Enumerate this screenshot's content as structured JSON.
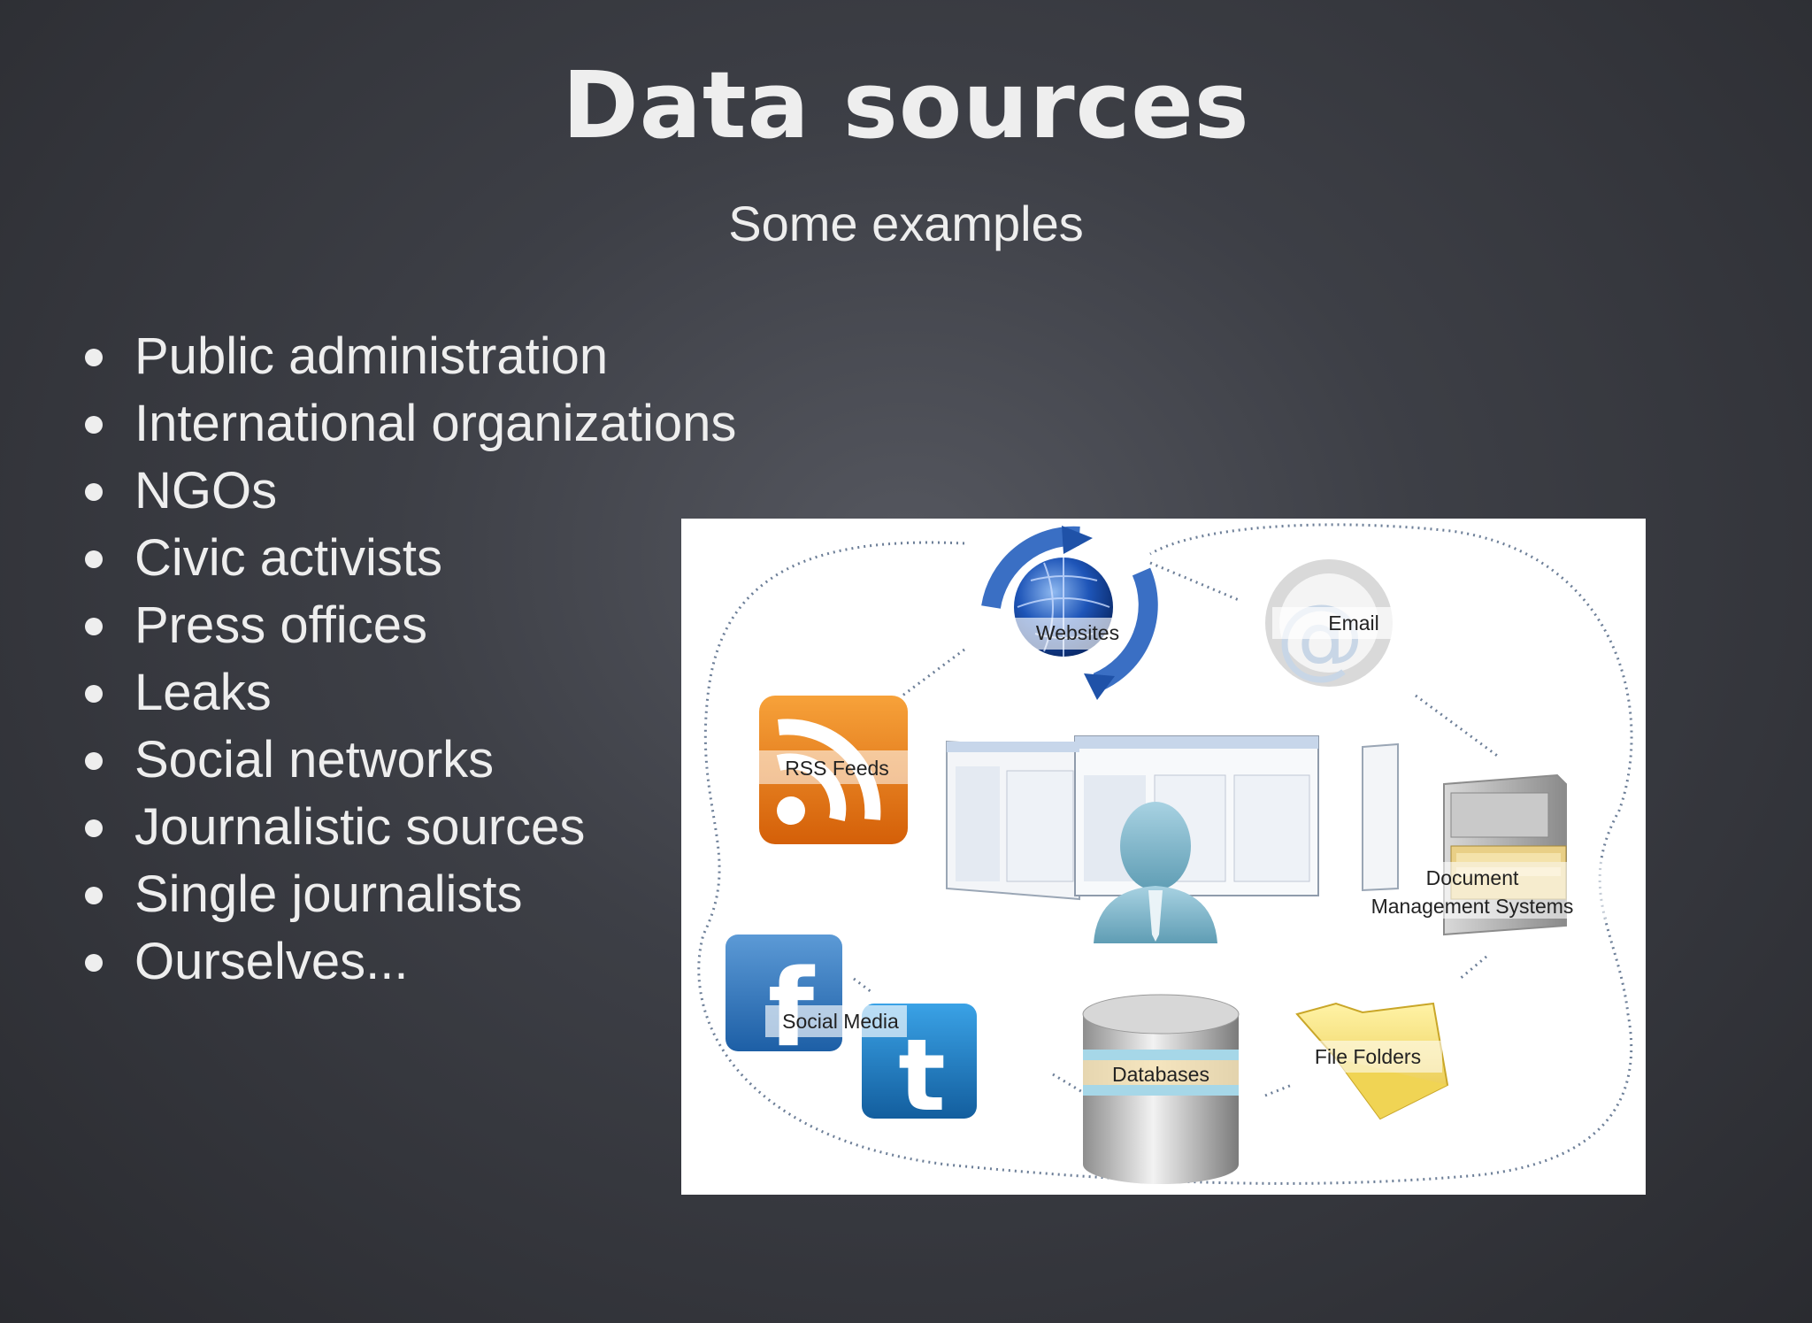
{
  "slide": {
    "title": "Data sources",
    "subtitle": "Some examples"
  },
  "bullets": [
    "Public administration",
    "International organizations",
    "NGOs",
    "Civic activists",
    "Press offices",
    "Leaks",
    "Social networks",
    "Journalistic sources",
    "Single journalists",
    "Ourselves..."
  ],
  "diagram": {
    "labels": {
      "websites": "Websites",
      "email": "Email",
      "rss": "RSS Feeds",
      "dms_line1": "Document",
      "dms_line2": "Management Systems",
      "social": "Social Media",
      "databases": "Databases",
      "folders": "File Folders"
    }
  }
}
